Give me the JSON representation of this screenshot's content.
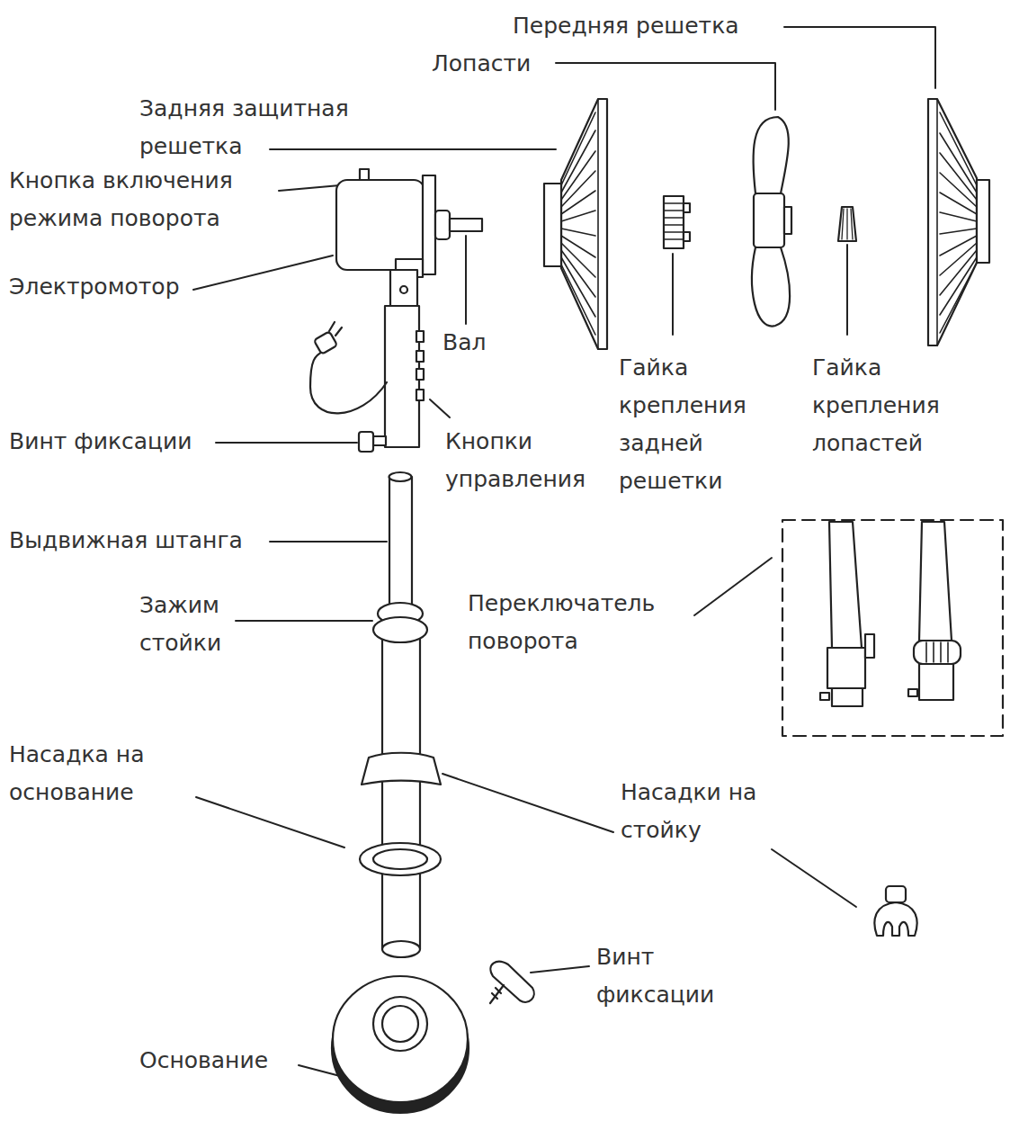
{
  "diagram": {
    "labels": [
      "Передняя решетка",
      "Лопасти",
      "Задняя защитная решетка",
      "Кнопка включения режима поворота",
      "Электромотор",
      "Вал",
      "Гайка крепления задней решетки",
      "Гайка крепления лопастей",
      "Винт фиксации",
      "Кнопки управления",
      "Выдвижная штанга",
      "Переключатель поворота",
      "Зажим стойки",
      "Насадка на основание",
      "Насадки на стойку",
      "Винт фиксации",
      "Основание"
    ]
  }
}
